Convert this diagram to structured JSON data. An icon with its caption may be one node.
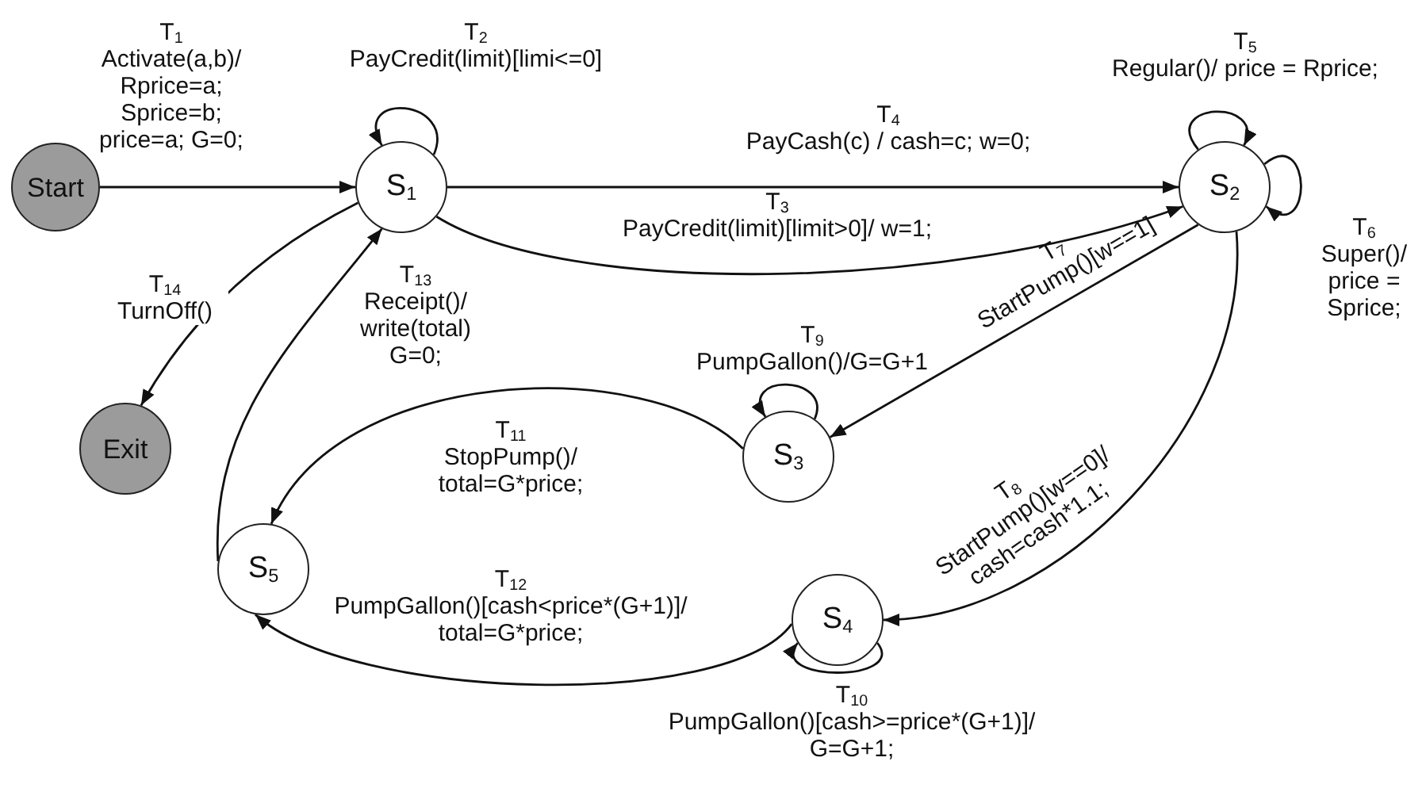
{
  "diagram": {
    "nodes": [
      {
        "text": [
          "Start"
        ]
      },
      {
        "text": [
          "S$_{1}$"
        ]
      },
      {
        "text": [
          "S$_{2}$"
        ]
      },
      {
        "text": [
          "S$_{3}$"
        ]
      },
      {
        "text": [
          "S$_{4}$"
        ]
      },
      {
        "text": [
          "S$_{5}$"
        ]
      },
      {
        "text": [
          "Exit"
        ]
      }
    ],
    "edges": [
      {
        "from": 0,
        "to": 1,
        "arrow": "to",
        "label": "T$_{1}$ Activate(a,b)/ Rprice=a; Sprice=b; price=a; G=0;"
      },
      {
        "from": 1,
        "to": 1,
        "arrow": "to",
        "label": "T$_{2}$ PayCredit(limit)[limi<=0]"
      },
      {
        "from": 1,
        "to": 2,
        "arrow": "to",
        "label": "T$_{4}$ PayCash(c) / cash=c; w=0;"
      },
      {
        "from": 1,
        "to": 2,
        "arrow": "to",
        "label": "T$_{3}$ PayCredit(limit)[limit>0]/ w=1;"
      },
      {
        "from": 2,
        "to": 2,
        "arrow": "to",
        "label": "T$_{5}$ Regular()/ price = Rprice;"
      },
      {
        "from": 2,
        "to": 2,
        "arrow": "to",
        "label": "T$_{6}$ Super()/ price = Sprice;"
      },
      {
        "from": 2,
        "to": 3,
        "arrow": "to",
        "label": "T$_{7}$ StartPump()[w==1]"
      },
      {
        "from": 2,
        "to": 4,
        "arrow": "to",
        "label": "T$_{8}$ StartPump()[w==0]/ cash=cash*1.1;"
      },
      {
        "from": 3,
        "to": 3,
        "arrow": "to",
        "label": "T$_{9}$ PumpGallon()/G=G+1"
      },
      {
        "from": 3,
        "to": 5,
        "arrow": "to",
        "label": "T$_{11}$ StopPump()/ total=G*price;"
      },
      {
        "from": 4,
        "to": 4,
        "arrow": "to",
        "label": "T$_{10}$ PumpGallon()[cash>=price*(G+1)]/ G=G+1;"
      },
      {
        "from": 4,
        "to": 5,
        "arrow": "to",
        "label": "T$_{12}$ PumpGallon()[cash<price*(G+1)]/ total=G*price;"
      },
      {
        "from": 5,
        "to": 1,
        "arrow": "to",
        "label": "T$_{13}$ Receipt()/ write(total) G=0;"
      },
      {
        "from": 1,
        "to": 6,
        "arrow": "to",
        "label": "T$_{14}$ TurnOff()"
      }
    ]
  }
}
